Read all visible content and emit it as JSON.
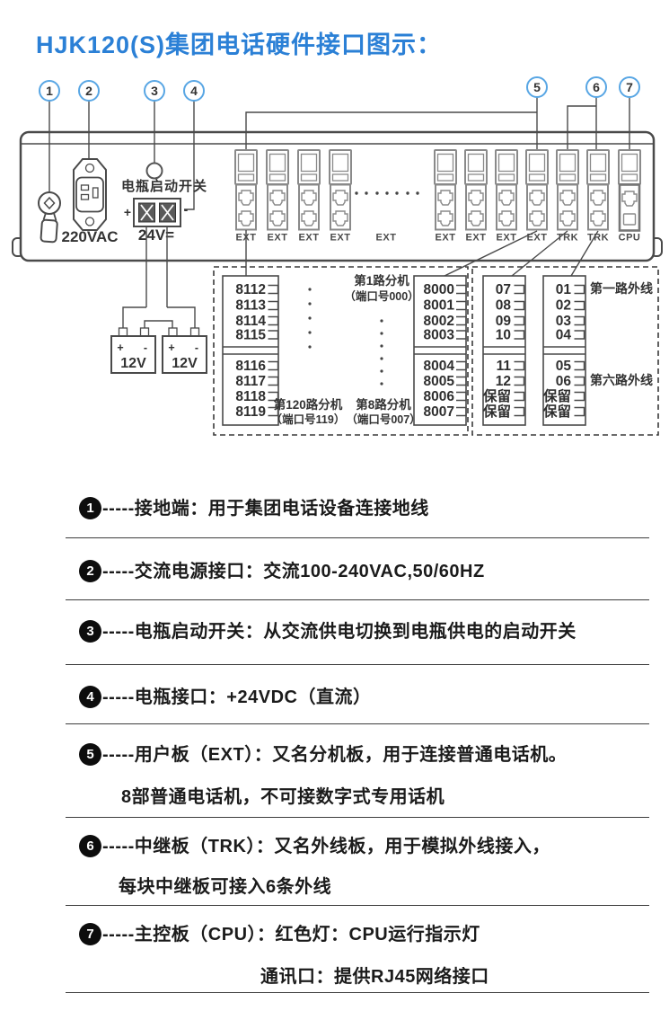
{
  "title": "HJK120(S)集团电话硬件接口图示：",
  "callouts": [
    "1",
    "2",
    "3",
    "4",
    "5",
    "6",
    "7"
  ],
  "panel": {
    "ac_label": "220VAC",
    "battery_switch_label": "电瓶启动开关",
    "dc_label": "24V=",
    "plus": "+",
    "minus": "-",
    "ext_label": "EXT",
    "trk_label": "TRK",
    "cpu_label": "CPU"
  },
  "batteries": {
    "left_label": "12V",
    "right_label": "12V",
    "plus": "+",
    "minus": "-"
  },
  "left_box": {
    "block1_top": [
      "8112",
      "8113",
      "8114",
      "8115"
    ],
    "block1_bottom": [
      "8116",
      "8117",
      "8118",
      "8119"
    ],
    "block2_top": [
      "8000",
      "8001",
      "8002",
      "8003"
    ],
    "block2_bottom": [
      "8004",
      "8005",
      "8006",
      "8007"
    ],
    "first_ext_line1": "第1路分机",
    "first_ext_line2": "（端口号000）",
    "ext120_line1": "第120路分机",
    "ext120_line2": "（端口号119）",
    "ext8_line1": "第8路分机",
    "ext8_line2": "（端口号007）"
  },
  "right_box": {
    "colA_top": [
      "07",
      "08",
      "09",
      "10"
    ],
    "colA_bottom": [
      "11",
      "12",
      "保留",
      "保留"
    ],
    "colB_top": [
      "01",
      "02",
      "03",
      "04"
    ],
    "colB_bottom": [
      "05",
      "06",
      "保留",
      "保留"
    ],
    "first_line_label": "第一路外线",
    "sixth_line_label": "第六路外线"
  },
  "legend": {
    "items": [
      {
        "num": "1",
        "line1": "-----接地端：用于集团电话设备连接地线",
        "line2": ""
      },
      {
        "num": "2",
        "line1": "-----交流电源接口：交流100-240VAC,50/60HZ",
        "line2": ""
      },
      {
        "num": "3",
        "line1": "-----电瓶启动开关：从交流供电切换到电瓶供电的启动开关",
        "line2": ""
      },
      {
        "num": "4",
        "line1": "-----电瓶接口：+24VDC（直流）",
        "line2": ""
      },
      {
        "num": "5",
        "line1": "-----用户板（EXT）：又名分机板，用于连接普通电话机。",
        "line2": "8部普通电话机，不可接数字式专用话机"
      },
      {
        "num": "6",
        "line1": "-----中继板（TRK）：又名外线板，用于模拟外线接入，",
        "line2": "每块中继板可接入6条外线"
      },
      {
        "num": "7",
        "line1": "-----主控板（CPU）：红色灯：CPU运行指示灯",
        "line2": "通讯口：提供RJ45网络接口"
      }
    ]
  },
  "colors": {
    "title_blue": "#2b80d6",
    "callout_blue": "#58a6e4",
    "line_dark": "#4a4a4a"
  }
}
